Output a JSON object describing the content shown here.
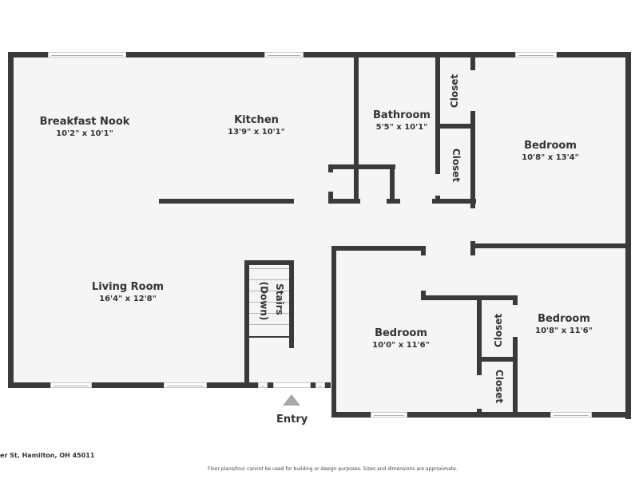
{
  "floor_plan": {
    "rooms": [
      {
        "id": "breakfast-nook",
        "name": "Breakfast Nook",
        "dimensions": "10'2\" x 10'1\""
      },
      {
        "id": "kitchen",
        "name": "Kitchen",
        "dimensions": "13'9\" x 10'1\""
      },
      {
        "id": "bathroom",
        "name": "Bathroom",
        "dimensions": "5'5\" x 10'1\""
      },
      {
        "id": "bedroom-1",
        "name": "Bedroom",
        "dimensions": "10'8\" x 13'4\""
      },
      {
        "id": "living-room",
        "name": "Living Room",
        "dimensions": "16'4\" x 12'8\""
      },
      {
        "id": "bedroom-2",
        "name": "Bedroom",
        "dimensions": "10'0\" x 11'6\""
      },
      {
        "id": "bedroom-3",
        "name": "Bedroom",
        "dimensions": "10'8\" x 11'6\""
      }
    ],
    "closets": [
      {
        "id": "closet-1",
        "label": "Closet"
      },
      {
        "id": "closet-2",
        "label": "Closet"
      },
      {
        "id": "closet-3",
        "label": "Closet"
      },
      {
        "id": "closet-4",
        "label": "Closet"
      }
    ],
    "stairs": {
      "line1": "Stairs",
      "line2": "(Down)"
    },
    "entry": {
      "label": "Entry"
    }
  },
  "footer": {
    "address": "er St, Hamilton, OH 45011",
    "disclaimer": "Floor plans/tour cannot be used for building or design purposes. Sizes and dimensions are approximate."
  },
  "colors": {
    "wall": "#3a3a3a",
    "floor": "#f5f5f5",
    "text": "#333333",
    "entry_arrow": "#a8a8a8"
  }
}
